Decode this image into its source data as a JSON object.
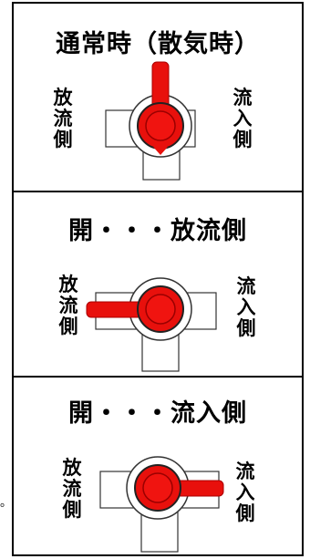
{
  "panels": [
    {
      "title": "通常時（散気時）",
      "left_label": [
        "放",
        "流",
        "側"
      ],
      "right_label": [
        "流",
        "入",
        "側"
      ]
    },
    {
      "title": "開・・・放流側",
      "left_label": [
        "放",
        "流",
        "側"
      ],
      "right_label": [
        "流",
        "入",
        "側"
      ]
    },
    {
      "title": "開・・・流入側",
      "left_label": [
        "放",
        "流",
        "側"
      ],
      "right_label": [
        "流",
        "入",
        "側"
      ]
    }
  ],
  "stray_mark": "。",
  "colors": {
    "handle": "#e8100c",
    "border": "#000000",
    "pipe": "#ffffff"
  },
  "icons": [
    "three-way-valve-icon",
    "valve-handle-icon"
  ]
}
